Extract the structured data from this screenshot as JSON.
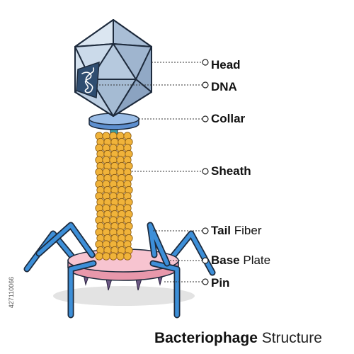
{
  "labels": {
    "head": {
      "bold": "Head",
      "light": ""
    },
    "dna": {
      "bold": "DNA",
      "light": ""
    },
    "collar": {
      "bold": "Collar",
      "light": ""
    },
    "sheath": {
      "bold": "Sheath",
      "light": ""
    },
    "tail_fiber": {
      "bold": "Tail",
      "light": " Fiber"
    },
    "base_plate": {
      "bold": "Base",
      "light": " Plate"
    },
    "pin": {
      "bold": "Pin",
      "light": ""
    }
  },
  "title": {
    "bold": "Bacteriophage",
    "light": " Structure"
  },
  "stock_id": "427110066",
  "colors": {
    "head_fill": "#b8c8da",
    "head_stroke": "#2c3e55",
    "collar": "#7fa7d8",
    "sheath_bead": "#f0b33a",
    "tube": "#3aa0a6",
    "tail_fiber": "#3d8fd8",
    "base_plate": "#f4b9c6",
    "pin": "#6d5a86",
    "leader_line": "#333333"
  }
}
